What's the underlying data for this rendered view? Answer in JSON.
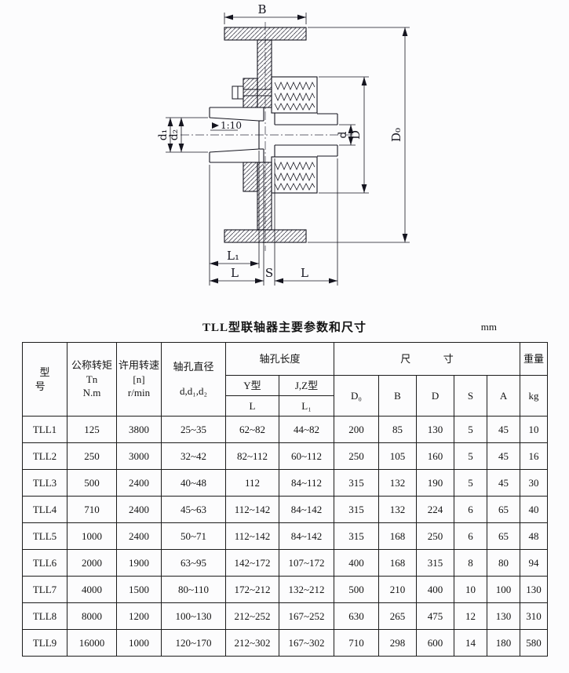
{
  "title": {
    "table_title": "TLL型联轴器主要参数和尺寸",
    "unit": "mm"
  },
  "drawing": {
    "dim_B": "B",
    "dim_D0": "D₀",
    "dim_D": "D",
    "dim_d": "d",
    "dim_d1": "d₁",
    "dim_d2": "d₂",
    "taper": "1:10",
    "dim_L1": "L₁",
    "dim_L_left": "L",
    "dim_S": "S",
    "dim_L_right": "L"
  },
  "table": {
    "headers": {
      "model": "型号",
      "torque": [
        "公称转矩",
        "Tn",
        "N.m"
      ],
      "speed": [
        "许用转速",
        "[n]",
        "r/min"
      ],
      "bore_dia": [
        "轴孔直径",
        "d,d₁,d₂"
      ],
      "bore_len": "轴孔长度",
      "type_y": "Y型",
      "type_jz": "J,Z型",
      "len_L": "L",
      "len_L1": "L₁",
      "dims": "尺寸",
      "D0": "D₀",
      "B": "B",
      "D": "D",
      "S": "S",
      "A": "A",
      "weight": "重量",
      "weight_unit": "kg"
    },
    "rows": [
      {
        "model": "TLL1",
        "tn": "125",
        "n": "3800",
        "bore": "25~35",
        "L": "62~82",
        "L1": "44~82",
        "D0": "200",
        "B": "85",
        "D": "130",
        "S": "5",
        "A": "45",
        "kg": "10"
      },
      {
        "model": "TLL2",
        "tn": "250",
        "n": "3000",
        "bore": "32~42",
        "L": "82~112",
        "L1": "60~112",
        "D0": "250",
        "B": "105",
        "D": "160",
        "S": "5",
        "A": "45",
        "kg": "16"
      },
      {
        "model": "TLL3",
        "tn": "500",
        "n": "2400",
        "bore": "40~48",
        "L": "112",
        "L1": "84~112",
        "D0": "315",
        "B": "132",
        "D": "190",
        "S": "5",
        "A": "45",
        "kg": "30"
      },
      {
        "model": "TLL4",
        "tn": "710",
        "n": "2400",
        "bore": "45~63",
        "L": "112~142",
        "L1": "84~142",
        "D0": "315",
        "B": "132",
        "D": "224",
        "S": "6",
        "A": "65",
        "kg": "40"
      },
      {
        "model": "TLL5",
        "tn": "1000",
        "n": "2400",
        "bore": "50~71",
        "L": "112~142",
        "L1": "84~142",
        "D0": "315",
        "B": "168",
        "D": "250",
        "S": "6",
        "A": "65",
        "kg": "48"
      },
      {
        "model": "TLL6",
        "tn": "2000",
        "n": "1900",
        "bore": "63~95",
        "L": "142~172",
        "L1": "107~172",
        "D0": "400",
        "B": "168",
        "D": "315",
        "S": "8",
        "A": "80",
        "kg": "94"
      },
      {
        "model": "TLL7",
        "tn": "4000",
        "n": "1500",
        "bore": "80~110",
        "L": "172~212",
        "L1": "132~212",
        "D0": "500",
        "B": "210",
        "D": "400",
        "S": "10",
        "A": "100",
        "kg": "130"
      },
      {
        "model": "TLL8",
        "tn": "8000",
        "n": "1200",
        "bore": "100~130",
        "L": "212~252",
        "L1": "167~252",
        "D0": "630",
        "B": "265",
        "D": "475",
        "S": "12",
        "A": "130",
        "kg": "310"
      },
      {
        "model": "TLL9",
        "tn": "16000",
        "n": "1000",
        "bore": "120~170",
        "L": "212~302",
        "L1": "167~302",
        "D0": "710",
        "B": "298",
        "D": "600",
        "S": "14",
        "A": "180",
        "kg": "580"
      }
    ]
  }
}
